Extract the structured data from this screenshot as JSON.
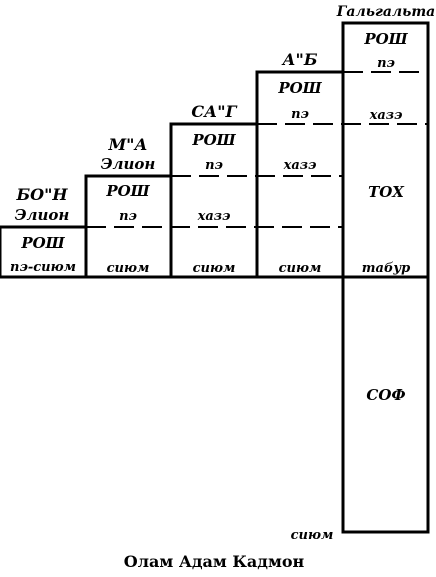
{
  "figure": {
    "caption": "Олам Адам Кадмон",
    "columns": [
      {
        "id": "bon",
        "header": [
          "БО\"Н",
          "Элион"
        ],
        "segments": [
          "РОШ",
          "пэ-сиюм"
        ]
      },
      {
        "id": "ma",
        "header": [
          "М\"А",
          "Элион"
        ],
        "segments": [
          "РОШ",
          "пэ",
          "сиюм"
        ]
      },
      {
        "id": "sag",
        "header": [
          "СА\"Г"
        ],
        "segments": [
          "РОШ",
          "пэ",
          "хазэ",
          "сиюм"
        ]
      },
      {
        "id": "ab",
        "header": [
          "А\"Б"
        ],
        "segments": [
          "РОШ",
          "пэ",
          "хазэ",
          "сиюм"
        ]
      },
      {
        "id": "galgalta",
        "header": [
          "Гальгальта"
        ],
        "segments": [
          "РОШ",
          "пэ",
          "хазэ",
          "ТОХ",
          "табур",
          "СОФ",
          "сиюм"
        ]
      }
    ]
  }
}
